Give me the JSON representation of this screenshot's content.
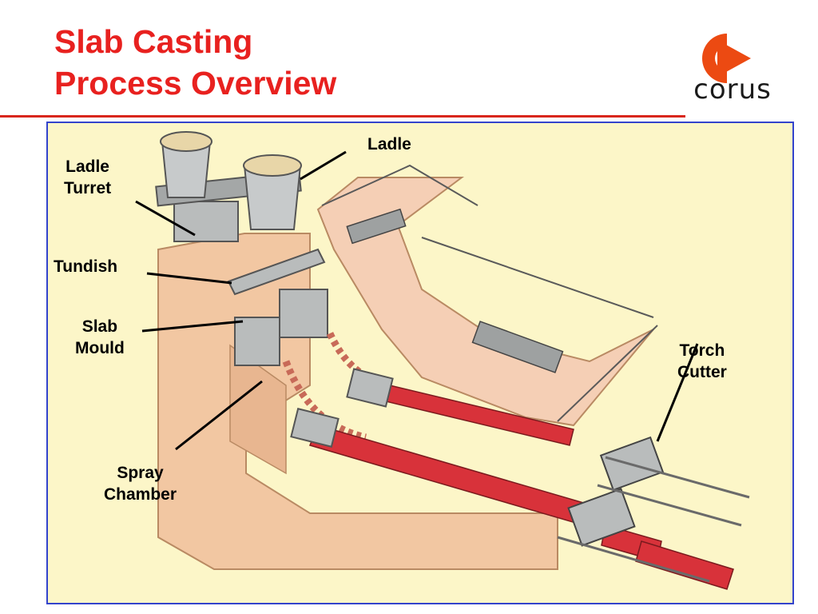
{
  "title": {
    "line1": "Slab Casting",
    "line2": "Process Overview"
  },
  "logo": {
    "word": "corus",
    "icon": "corus-logo-icon",
    "color": "#ec4a12"
  },
  "diagram": {
    "labels": {
      "ladle": "Ladle",
      "ladle_turret_1": "Ladle",
      "ladle_turret_2": "Turret",
      "tundish": "Tundish",
      "slab_mould_1": "Slab",
      "slab_mould_2": "Mould",
      "torch_cutter_1": "Torch",
      "torch_cutter_2": "Cutter",
      "spray_chamber_1": "Spray",
      "spray_chamber_2": "Chamber"
    },
    "colors": {
      "background": "#fcf6c8",
      "border": "#3344cc",
      "concrete": "#f2c7a2",
      "steel_slab": "#d8323a",
      "machinery": "#b9bcbc"
    }
  }
}
